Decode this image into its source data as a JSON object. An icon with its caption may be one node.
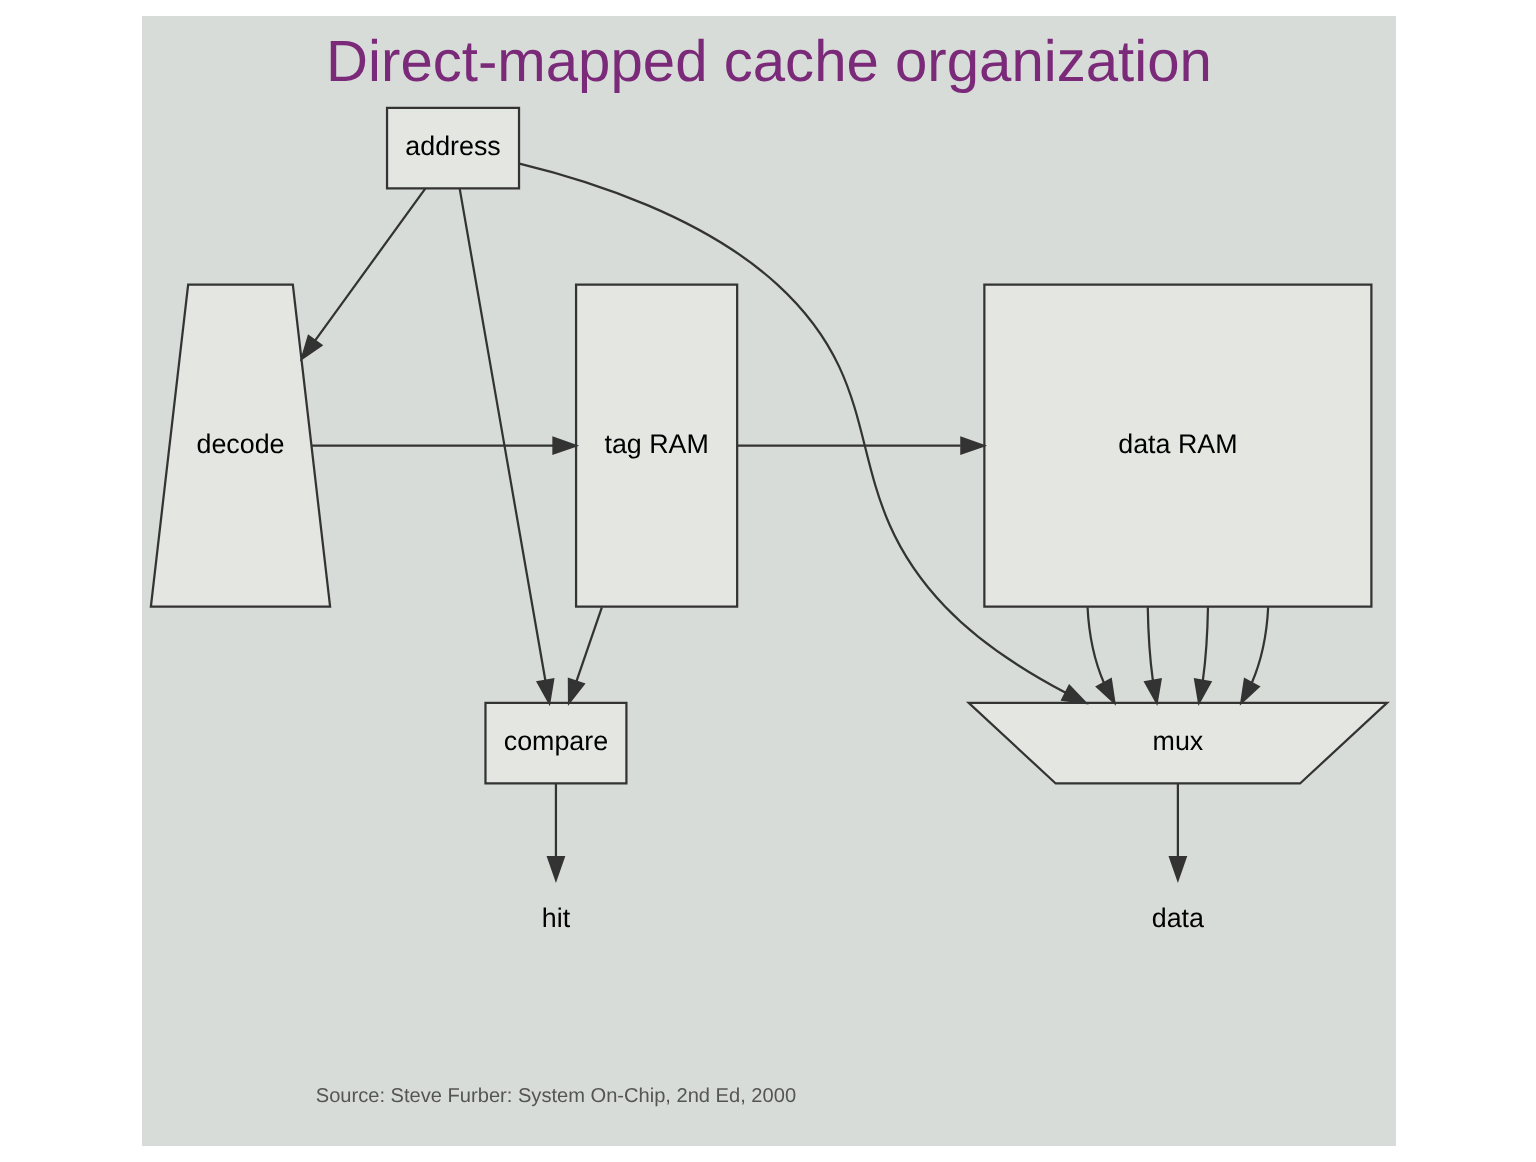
{
  "diagram": {
    "title": "Direct-mapped cache organization",
    "caption": "Source: Steve Furber: System On-Chip, 2nd Ed, 2000",
    "nodes": [
      {
        "text": [
          "address"
        ]
      },
      {
        "text": [
          "decode"
        ]
      },
      {
        "text": [
          "tag RAM"
        ]
      },
      {
        "text": [
          "data RAM"
        ]
      },
      {
        "text": [
          "compare"
        ]
      },
      {
        "text": [
          "mux"
        ]
      },
      {
        "text": [
          "hit"
        ]
      },
      {
        "text": [
          "data"
        ]
      }
    ],
    "edges": [
      {
        "from": 0,
        "to": 4,
        "arrow": "to"
      },
      {
        "from": 0,
        "to": 1,
        "arrow": "to"
      },
      {
        "from": 0,
        "to": 5,
        "arrow": "to"
      },
      {
        "from": 1,
        "to": 2,
        "arrow": "to"
      },
      {
        "from": 2,
        "to": 3,
        "arrow": "to"
      },
      {
        "from": 2,
        "to": 4,
        "arrow": "to"
      },
      {
        "from": 3,
        "to": 5,
        "arrow": "to"
      },
      {
        "from": 3,
        "to": 5,
        "arrow": "to"
      },
      {
        "from": 3,
        "to": 5,
        "arrow": "to"
      },
      {
        "from": 3,
        "to": 5,
        "arrow": "to"
      },
      {
        "from": 4,
        "to": 6,
        "arrow": "to"
      },
      {
        "from": 5,
        "to": 7,
        "arrow": "to"
      }
    ]
  }
}
